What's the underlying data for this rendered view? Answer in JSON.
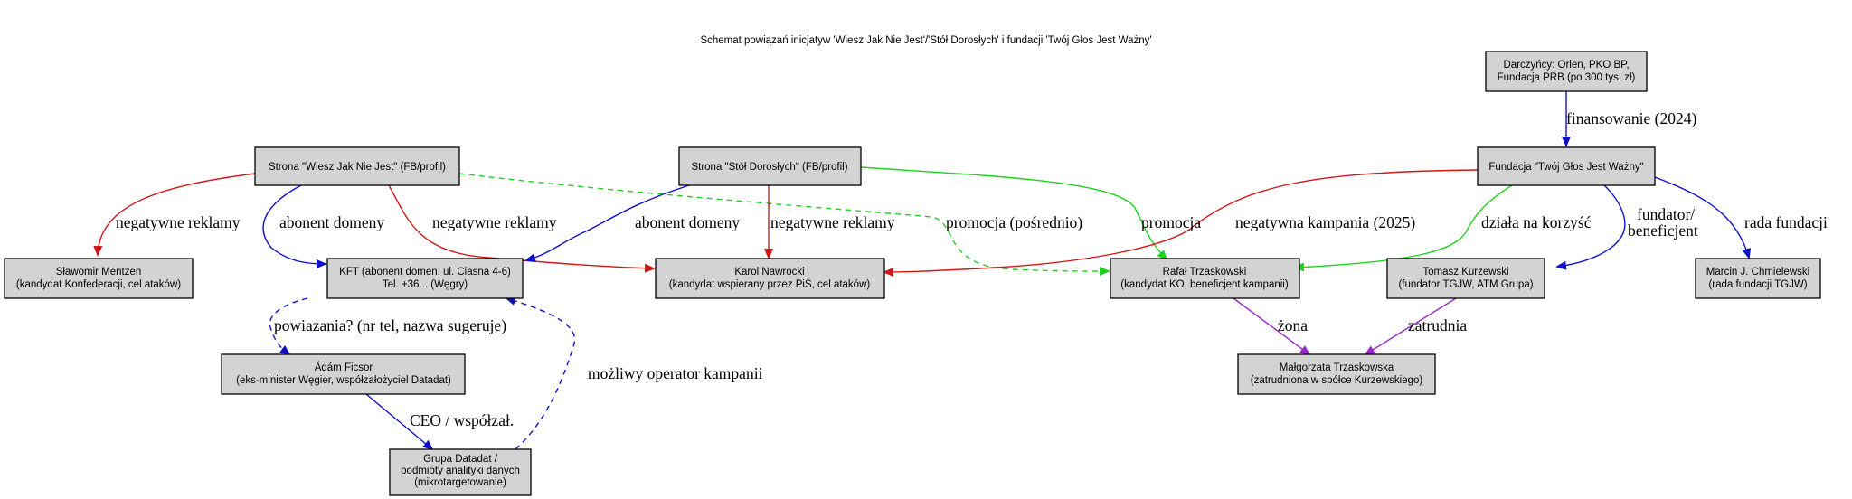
{
  "title": "Schemat powiązań inicjatyw 'Wiesz Jak Nie Jest'/'Stół Dorosłych' i fundacji 'Twój Głos Jest Ważny'",
  "colors": {
    "red": "#d01818",
    "blue": "#1010c8",
    "green": "#20d020",
    "purple": "#9a28c8"
  },
  "nodes": {
    "darczyncy": {
      "lines": [
        "Darczyńcy: Orlen, PKO BP,",
        "Fundacja PRB (po 300 tys. zł)"
      ]
    },
    "fundacja": {
      "lines": [
        "Fundacja \"Twój Głos Jest Ważny\""
      ]
    },
    "wiesz": {
      "lines": [
        "Strona \"Wiesz Jak Nie Jest\" (FB/profil)"
      ]
    },
    "stol": {
      "lines": [
        "Strona \"Stół Dorosłych\" (FB/profil)"
      ]
    },
    "mentzen": {
      "lines": [
        "Sławomir Mentzen",
        "(kandydat Konfederacji, cel ataków)"
      ]
    },
    "kft": {
      "lines": [
        "KFT (abonent domen, ul. Ciasna 4-6)",
        "Tel. +36... (Węgry)"
      ]
    },
    "nawrocki": {
      "lines": [
        "Karol Nawrocki",
        "(kandydat wspierany przez PiS, cel ataków)"
      ]
    },
    "trzaskowski": {
      "lines": [
        "Rafał Trzaskowski",
        "(kandydat KO, beneficjent kampanii)"
      ]
    },
    "kurzewski": {
      "lines": [
        "Tomasz Kurzewski",
        "(fundator TGJW, ATM Grupa)"
      ]
    },
    "chmielewski": {
      "lines": [
        "Marcin J. Chmielewski",
        "(rada fundacji TGJW)"
      ]
    },
    "ficsor": {
      "lines": [
        "Ádám Ficsor",
        "(eks-minister Węgier, współzałożyciel Datadat)"
      ]
    },
    "malgorzata": {
      "lines": [
        "Małgorzata Trzaskowska",
        "(zatrudniona w spółce Kurzewskiego)"
      ]
    },
    "datadat": {
      "lines": [
        "Grupa Datadat /",
        "podmioty analityki danych",
        "(mikrotargetowanie)"
      ]
    }
  },
  "edges": {
    "e1": {
      "label": [
        "finansowanie (2024)"
      ]
    },
    "e2": {
      "label": [
        "negatywne reklamy"
      ]
    },
    "e3": {
      "label": [
        "abonent domeny"
      ]
    },
    "e4": {
      "label": [
        "negatywne reklamy"
      ]
    },
    "e5": {
      "label": [
        "promocja (pośrednio)"
      ]
    },
    "e6": {
      "label": [
        "abonent domeny"
      ]
    },
    "e7": {
      "label": [
        "negatywne reklamy"
      ]
    },
    "e8": {
      "label": [
        "promocja"
      ]
    },
    "e9": {
      "label": [
        "negatywna kampania (2025)"
      ]
    },
    "e10": {
      "label": [
        "działa na korzyść"
      ]
    },
    "e11": {
      "label": [
        "fundator/",
        "beneficjent"
      ]
    },
    "e12": {
      "label": [
        "rada fundacji"
      ]
    },
    "e13": {
      "label": [
        "powiazania? (nr tel, nazwa sugeruje)"
      ]
    },
    "e14": {
      "label": [
        "możliwy operator kampanii"
      ]
    },
    "e15": {
      "label": [
        "CEO / współzał."
      ]
    },
    "e16": {
      "label": [
        "żona"
      ]
    },
    "e17": {
      "label": [
        "zatrudnia"
      ]
    }
  }
}
